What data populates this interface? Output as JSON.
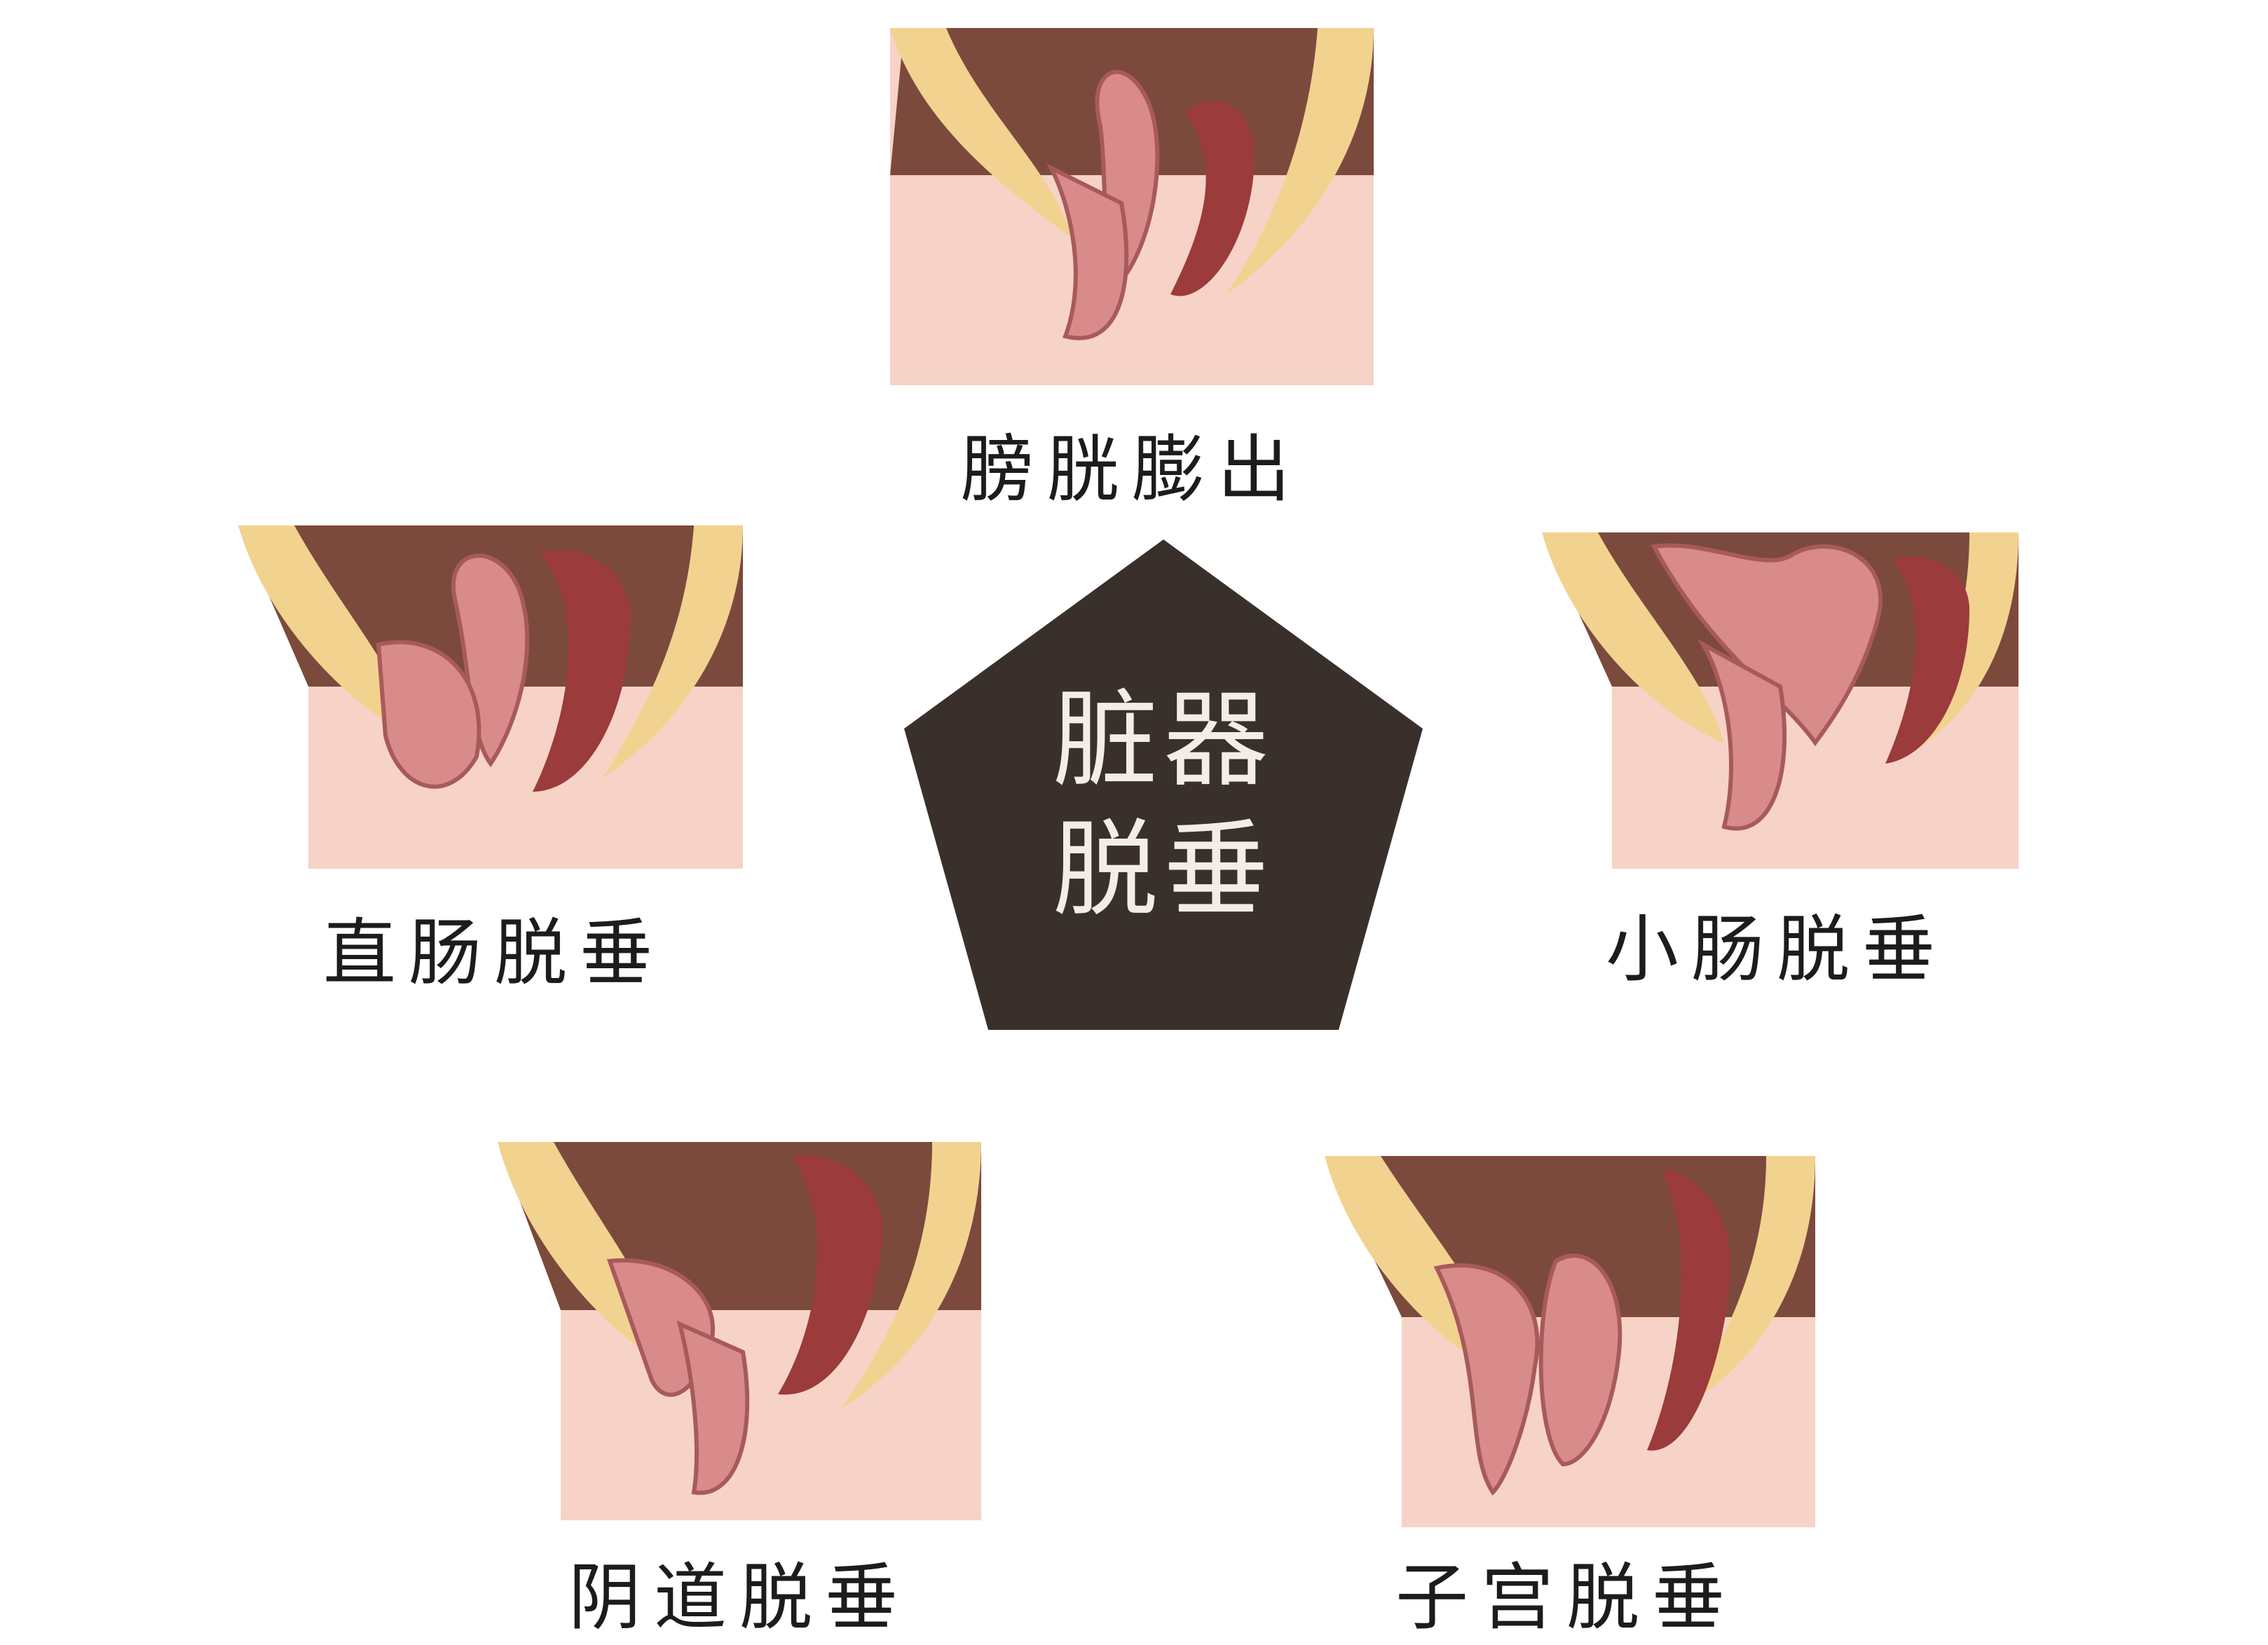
{
  "center": {
    "line1": "脏器",
    "line2": "脱垂"
  },
  "panels": [
    {
      "label": "膀胱膨出"
    },
    {
      "label": "直肠脱垂"
    },
    {
      "label": "小肠脱垂"
    },
    {
      "label": "阴道脱垂"
    },
    {
      "label": "子宫脱垂"
    }
  ],
  "colors": {
    "cavity": "#7b4a3c",
    "bone": "#f2d28f",
    "skin": "#f6d3c6",
    "organ": "#d98a8a",
    "rectum": "#9b3b3b",
    "center_bg": "#3a302b"
  }
}
